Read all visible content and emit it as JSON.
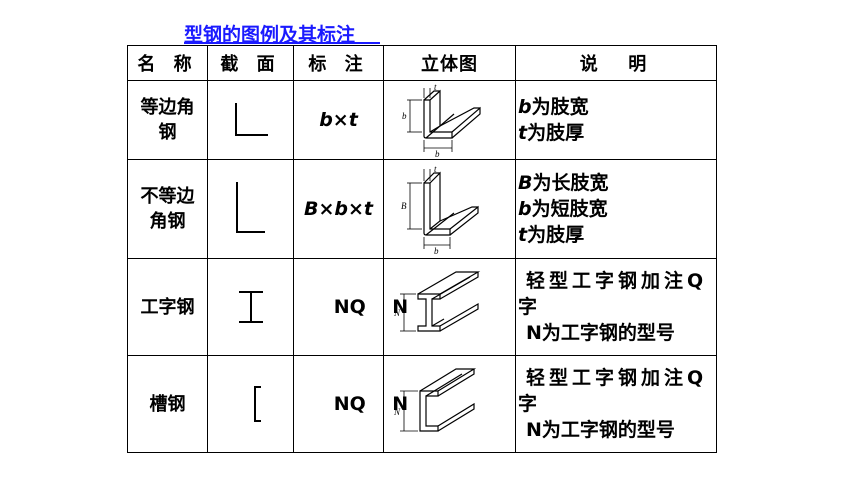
{
  "title": "型钢的图例及其标注",
  "headers": [
    "名 称",
    "截 面",
    "标 注",
    "立体图",
    "说  明"
  ],
  "rows": [
    {
      "name": [
        "等边角",
        "钢"
      ],
      "mark": {
        "p1": "b",
        "p2": "×",
        "p3": "t"
      },
      "desc": [
        {
          "sym": "b",
          "text": "为肢宽"
        },
        {
          "sym": "t",
          "text": "为肢厚"
        }
      ],
      "dims": {
        "t": "t",
        "b_side": "b",
        "b_bottom": "b"
      }
    },
    {
      "name": [
        "不等边",
        "角钢"
      ],
      "mark": {
        "p1": "B",
        "p2": "×",
        "p3": "b",
        "p4": "×",
        "p5": "t"
      },
      "desc": [
        {
          "sym": "B",
          "text": "为长肢宽"
        },
        {
          "sym": "b",
          "text": "为短肢宽"
        },
        {
          "sym": "t",
          "text": "为肢厚"
        }
      ],
      "dims": {
        "t": "t",
        "B_side": "B",
        "b_bottom": "b"
      }
    },
    {
      "name": [
        "工字钢"
      ],
      "mark": {
        "text": "NQ    N"
      },
      "desc": [
        "轻型工字钢加注Q",
        "字",
        "N为工字钢的型号"
      ],
      "dims": {
        "N": "N"
      }
    },
    {
      "name": [
        "槽钢"
      ],
      "mark": {
        "text": "NQ    N"
      },
      "desc": [
        "轻型工字钢加注Q",
        "字",
        "N为工字钢的型号"
      ],
      "dims": {
        "N": "N"
      }
    }
  ]
}
